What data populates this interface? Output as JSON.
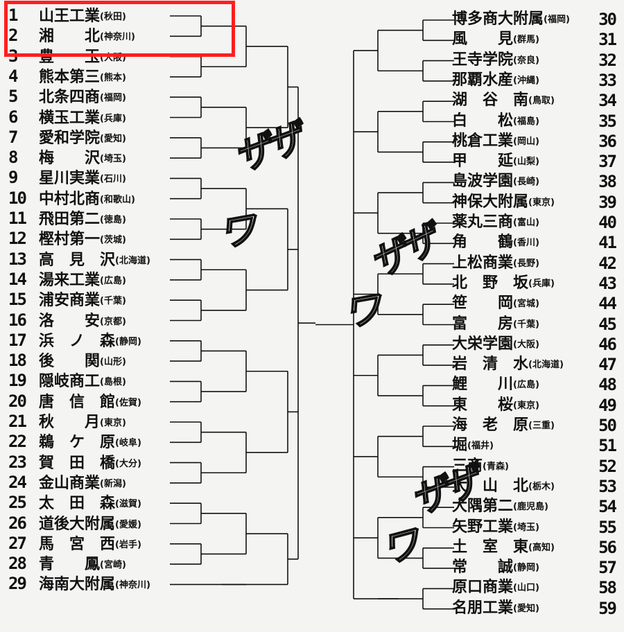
{
  "left": [
    {
      "num": "1",
      "school": "山王工業",
      "pref": "(秋田)"
    },
    {
      "num": "2",
      "school": "湘　　北",
      "pref": "(神奈川)"
    },
    {
      "num": "3",
      "school": "豊　　玉",
      "pref": "(大阪)"
    },
    {
      "num": "4",
      "school": "熊本第三",
      "pref": "(熊本)"
    },
    {
      "num": "5",
      "school": "北条四商",
      "pref": "(福岡)"
    },
    {
      "num": "6",
      "school": "横玉工業",
      "pref": "(兵庫)"
    },
    {
      "num": "7",
      "school": "愛和学院",
      "pref": "(愛知)"
    },
    {
      "num": "8",
      "school": "梅　　沢",
      "pref": "(埼玉)"
    },
    {
      "num": "9",
      "school": "星川実業",
      "pref": "(石川)"
    },
    {
      "num": "10",
      "school": "中村北商",
      "pref": "(和歌山)"
    },
    {
      "num": "11",
      "school": "飛田第二",
      "pref": "(徳島)"
    },
    {
      "num": "12",
      "school": "樫村第一",
      "pref": "(茨城)"
    },
    {
      "num": "13",
      "school": "高　見　沢",
      "pref": "(北海道)"
    },
    {
      "num": "14",
      "school": "湯来工業",
      "pref": "(広島)"
    },
    {
      "num": "15",
      "school": "浦安商業",
      "pref": "(千葉)"
    },
    {
      "num": "16",
      "school": "洛　　安",
      "pref": "(京都)"
    },
    {
      "num": "17",
      "school": "浜　ノ　森",
      "pref": "(静岡)"
    },
    {
      "num": "18",
      "school": "後　　関",
      "pref": "(山形)"
    },
    {
      "num": "19",
      "school": "隠岐商工",
      "pref": "(島根)"
    },
    {
      "num": "20",
      "school": "唐　信　館",
      "pref": "(佐賀)"
    },
    {
      "num": "21",
      "school": "秋　　月",
      "pref": "(東京)"
    },
    {
      "num": "22",
      "school": "鵜　ケ　原",
      "pref": "(岐阜)"
    },
    {
      "num": "23",
      "school": "賀　田　橋",
      "pref": "(大分)"
    },
    {
      "num": "24",
      "school": "金山商業",
      "pref": "(新潟)"
    },
    {
      "num": "25",
      "school": "太　田　森",
      "pref": "(滋賀)"
    },
    {
      "num": "26",
      "school": "道後大附属",
      "pref": "(愛媛)"
    },
    {
      "num": "27",
      "school": "馬　宮　西",
      "pref": "(岩手)"
    },
    {
      "num": "28",
      "school": "青　　鳳",
      "pref": "(宮崎)"
    },
    {
      "num": "29",
      "school": "海南大附属",
      "pref": "(神奈川)"
    }
  ],
  "right": [
    {
      "num": "30",
      "school": "博多商大附属",
      "pref": "(福岡)"
    },
    {
      "num": "31",
      "school": "風　　見",
      "pref": "(群馬)"
    },
    {
      "num": "32",
      "school": "王寺学院",
      "pref": "(奈良)"
    },
    {
      "num": "33",
      "school": "那覇水産",
      "pref": "(沖縄)"
    },
    {
      "num": "34",
      "school": "湖　谷　南",
      "pref": "(鳥取)"
    },
    {
      "num": "35",
      "school": "白　　松",
      "pref": "(福島)"
    },
    {
      "num": "36",
      "school": "桃倉工業",
      "pref": "(岡山)"
    },
    {
      "num": "37",
      "school": "甲　　延",
      "pref": "(山梨)"
    },
    {
      "num": "38",
      "school": "島波学園",
      "pref": "(長崎)"
    },
    {
      "num": "39",
      "school": "神保大附属",
      "pref": "(東京)"
    },
    {
      "num": "40",
      "school": "薬丸三商",
      "pref": "(富山)"
    },
    {
      "num": "41",
      "school": "角　　鶴",
      "pref": "(香川)"
    },
    {
      "num": "42",
      "school": "上松商業",
      "pref": "(長野)"
    },
    {
      "num": "43",
      "school": "北　野　坂",
      "pref": "(兵庫)"
    },
    {
      "num": "44",
      "school": "笹　　岡",
      "pref": "(宮城)"
    },
    {
      "num": "45",
      "school": "富　　房",
      "pref": "(千葉)"
    },
    {
      "num": "46",
      "school": "大栄学園",
      "pref": "(大阪)"
    },
    {
      "num": "47",
      "school": "岩　清　水",
      "pref": "(北海道)"
    },
    {
      "num": "48",
      "school": "鯉　　川",
      "pref": "(広島)"
    },
    {
      "num": "49",
      "school": "東　　桜",
      "pref": "(東京)"
    },
    {
      "num": "50",
      "school": "海　老　原",
      "pref": "(三重)"
    },
    {
      "num": "51",
      "school": "堀",
      "pref": "(福井)"
    },
    {
      "num": "52",
      "school": "三商",
      "pref": "(青森)"
    },
    {
      "num": "53",
      "school": "大　山　北",
      "pref": "(栃木)"
    },
    {
      "num": "54",
      "school": "大隅第二",
      "pref": "(鹿児島)"
    },
    {
      "num": "55",
      "school": "矢野工業",
      "pref": "(埼玉)"
    },
    {
      "num": "56",
      "school": "土　室　東",
      "pref": "(高知)"
    },
    {
      "num": "57",
      "school": "常　　誠",
      "pref": "(静岡)"
    },
    {
      "num": "58",
      "school": "原口商業",
      "pref": "(山口)"
    },
    {
      "num": "59",
      "school": "名朋工業",
      "pref": "(愛知)"
    }
  ],
  "sfx": {
    "a": "ザザ",
    "b": "ワ",
    "c": "ザザ",
    "d": "ワ",
    "e": "ザザ",
    "f": "ワ"
  },
  "colors": {
    "highlight": "#ff1e1e",
    "ink": "#111111",
    "paper": "#f4f4f2"
  }
}
